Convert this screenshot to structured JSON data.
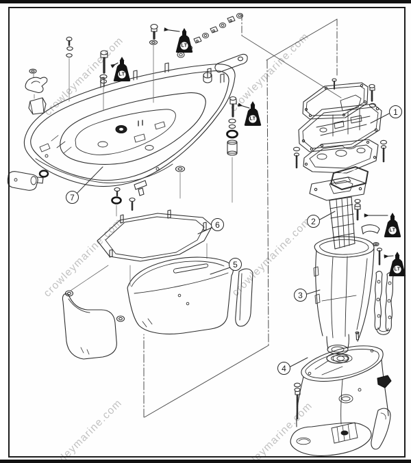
{
  "page": {
    "background": "#ffffff",
    "line_color": "#2d2d2d",
    "frame_color": "#1b1b1b"
  },
  "watermark": {
    "text": "crowleymarine.com",
    "color": "#9c9c9c"
  },
  "callouts": [
    {
      "number": "1"
    },
    {
      "number": "2"
    },
    {
      "number": "3"
    },
    {
      "number": "4"
    },
    {
      "number": "5"
    },
    {
      "number": "6"
    },
    {
      "number": "7"
    }
  ],
  "loctite_markers": [
    {
      "label": "LT"
    },
    {
      "label": "LT"
    },
    {
      "label": "LT"
    },
    {
      "label": "LT"
    },
    {
      "label": "LT"
    }
  ]
}
